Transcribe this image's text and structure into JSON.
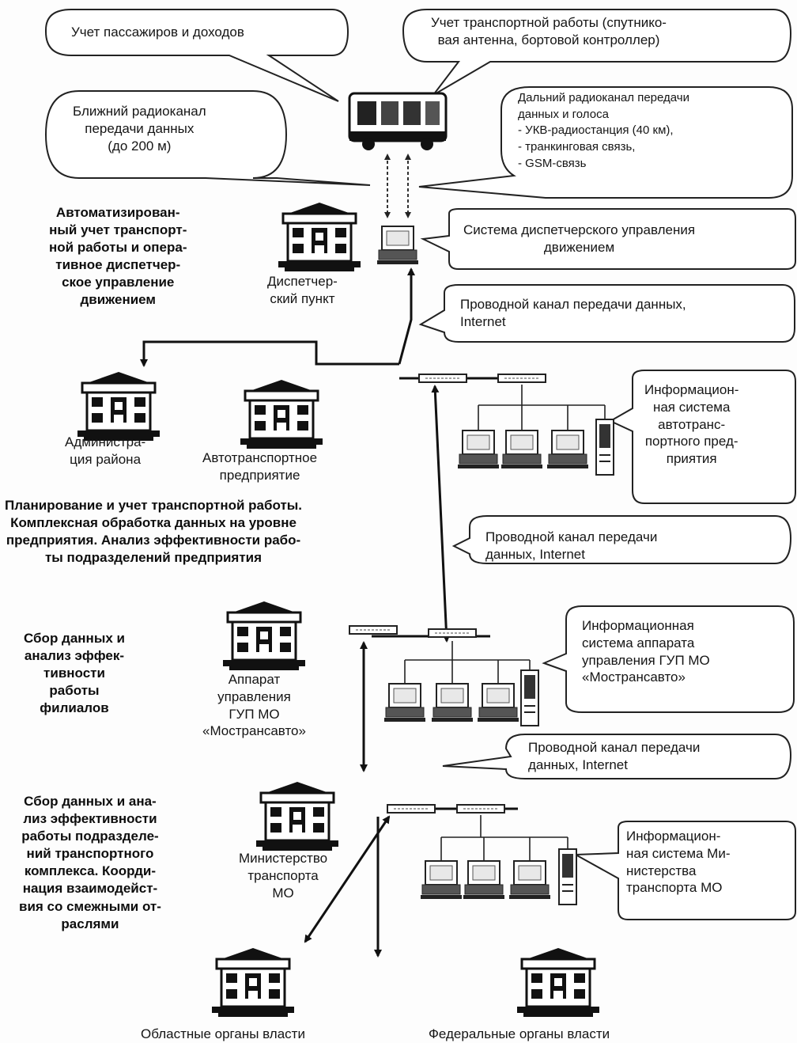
{
  "callouts": {
    "passengers": "Учет пассажиров и доходов",
    "transport_work": [
      "Учет транспортной работы (спутнико-",
      "вая антенна, бортовой контроллер)"
    ],
    "short_radio": [
      "Ближний радиоканал",
      "передачи данных",
      "(до 200 м)"
    ],
    "long_radio": [
      "Дальний радиоканал передачи",
      "данных и голоса",
      "- УКВ-радиостанция (40 км),",
      "- транкинговая связь,",
      "- GSM-связь"
    ],
    "dispatch_system": [
      "Система диспетчерского управления",
      "движением"
    ],
    "wired_1": [
      "Проводной канал передачи данных,",
      "Internet"
    ],
    "is_atp": [
      "Информацион-",
      "ная система",
      "автотранс-",
      "портного пред-",
      "приятия"
    ],
    "wired_2": [
      "Проводной канал передачи",
      "данных, Internet"
    ],
    "is_gup": [
      "Информационная",
      "система аппарата",
      "управления ГУП МО",
      "«Мострансавто»"
    ],
    "wired_3": [
      "Проводной канал передачи",
      "данных, Internet"
    ],
    "is_ministry": [
      "Информацион-",
      "ная система Ми-",
      "нистерства",
      "транспорта МО"
    ]
  },
  "buildings": {
    "dispatch_point": [
      "Диспетчер-",
      "ский пункт"
    ],
    "district_admin": [
      "Администра-",
      "ция района"
    ],
    "atp": [
      "Автотранспортное",
      "предприятие"
    ],
    "gup": [
      "Аппарат",
      "управления",
      "ГУП МО",
      "«Мострансавто»"
    ],
    "ministry": [
      "Министерство",
      "транспорта",
      "МО"
    ],
    "regional": "Областные органы власти",
    "federal": "Федеральные органы власти"
  },
  "levels": {
    "level1": [
      "Автоматизирован-",
      "ный учет транспорт-",
      "ной работы и опера-",
      "тивное диспетчер-",
      "ское управление",
      "движением"
    ],
    "level2": [
      "Планирование и учет транспортной работы.",
      "Комплексная обработка данных на уровне",
      "предприятия.  Анализ эффективности рабо-",
      "ты подразделений предприятия"
    ],
    "level3": [
      "Сбор данных и",
      "анализ эффек-",
      "тивности",
      "работы",
      "филиалов"
    ],
    "level4": [
      "Сбор данных и ана-",
      "лиз эффективности",
      "работы подразделе-",
      "ний транспортного",
      "комплекса. Коорди-",
      "нация взаимодейст-",
      "вия со смежными от-",
      "раслями"
    ]
  }
}
